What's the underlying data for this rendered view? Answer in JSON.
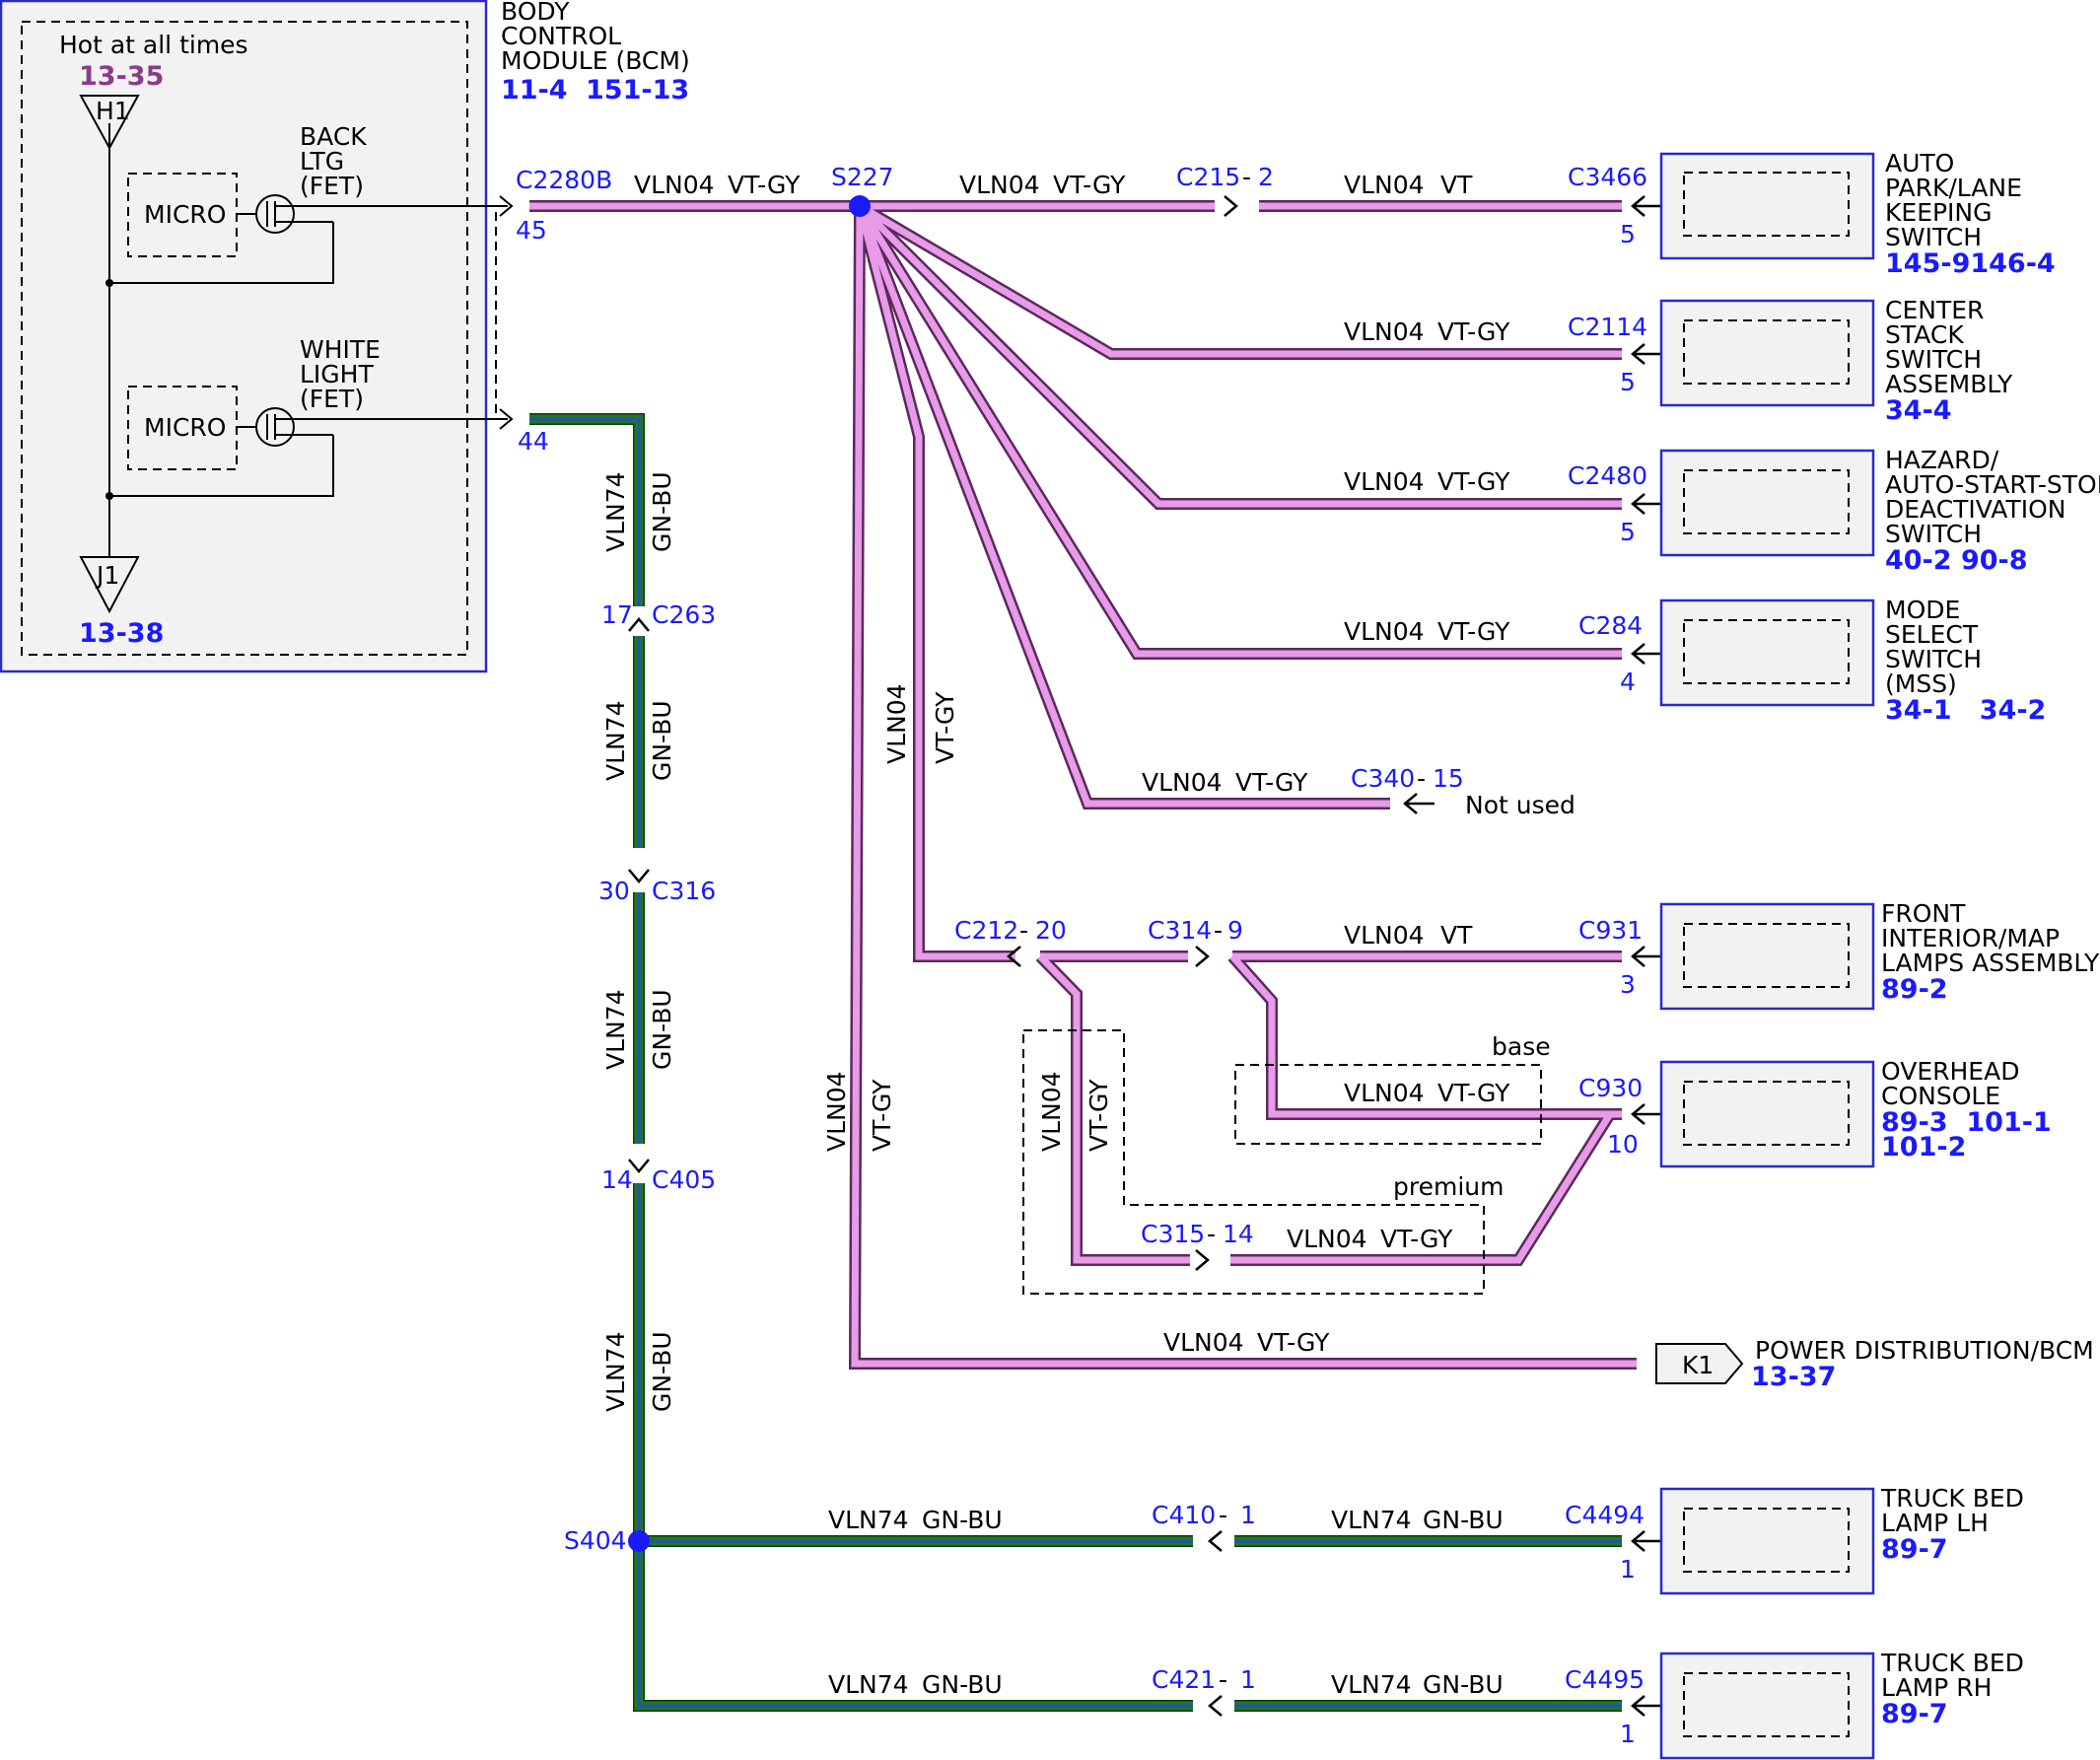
{
  "bcm": {
    "title_lines": [
      "BODY",
      "CONTROL",
      "MODULE (BCM)"
    ],
    "refs": [
      "11-4",
      "151-13"
    ],
    "hot_label": "Hot at all times",
    "hot_ref": "13-35",
    "h1": "H1",
    "j1": "J1",
    "j1_ref": "13-38",
    "micro": "MICRO",
    "back_ltg": [
      "BACK",
      "LTG",
      "(FET)"
    ],
    "white_light": [
      "WHITE",
      "LIGHT",
      "(FET)"
    ],
    "pin45_conn": "C2280B",
    "pin45": "45",
    "pin44": "44"
  },
  "splices": {
    "s227": "S227",
    "s404": "S404"
  },
  "wire_labels": {
    "circuit_vt": "VLN04",
    "color_vtgy": "VT-GY",
    "color_vt": "VT",
    "circuit_gn": "VLN74",
    "color_gnbu": "GN-BU"
  },
  "connectors": {
    "c215": "C215",
    "c215_pin": "2",
    "c3466": "C3466",
    "c3466_pin": "5",
    "c2114": "C2114",
    "c2114_pin": "5",
    "c2480": "C2480",
    "c2480_pin": "5",
    "c284": "C284",
    "c284_pin": "4",
    "c340": "C340",
    "c340_pin": "15",
    "not_used": "Not used",
    "c212": "C212",
    "c212_pin": "20",
    "c314": "C314",
    "c314_pin": "9",
    "c931": "C931",
    "c931_pin": "3",
    "c930": "C930",
    "c930_pin": "10",
    "c315": "C315",
    "c315_pin": "14",
    "c263": "C263",
    "c263_pin": "17",
    "c316": "C316",
    "c316_pin": "30",
    "c405": "C405",
    "c405_pin": "14",
    "c410": "C410",
    "c410_pin": "1",
    "c4494": "C4494",
    "c4494_pin": "1",
    "c421": "C421",
    "c421_pin": "1",
    "c4495": "C4495",
    "c4495_pin": "1",
    "dash": "-"
  },
  "options": {
    "base": "base",
    "premium": "premium"
  },
  "components": {
    "auto_park": {
      "lines": [
        "AUTO",
        "PARK/LANE",
        "KEEPING",
        "SWITCH"
      ],
      "refs": "145-9146-4"
    },
    "center_stack": {
      "lines": [
        "CENTER",
        "STACK",
        "SWITCH",
        "ASSEMBLY"
      ],
      "refs": "34-4"
    },
    "hazard": {
      "lines": [
        "HAZARD/",
        "AUTO-START-STOP",
        "DEACTIVATION",
        "SWITCH"
      ],
      "refs": "40-2 90-8"
    },
    "mode_select": {
      "lines": [
        "MODE",
        "SELECT",
        "SWITCH",
        "(MSS)"
      ],
      "refs": "34-1   34-2"
    },
    "front_interior": {
      "lines": [
        "FRONT",
        "INTERIOR/MAP",
        "LAMPS ASSEMBLY"
      ],
      "refs": "89-2"
    },
    "overhead": {
      "lines": [
        "OVERHEAD",
        "CONSOLE"
      ],
      "refs": [
        "89-3  101-1",
        "101-2"
      ]
    },
    "power_dist": {
      "label": "POWER DISTRIBUTION/BCM",
      "pin": "K1",
      "refs": "13-37"
    },
    "truck_lh": {
      "lines": [
        "TRUCK BED",
        "LAMP LH"
      ],
      "refs": "89-7"
    },
    "truck_rh": {
      "lines": [
        "TRUCK BED",
        "LAMP RH"
      ],
      "refs": "89-7"
    }
  },
  "colors": {
    "vt_wire": "#e89be8",
    "gn_wire": "#1e7a1e",
    "connector_text": "#1a1aff",
    "ref_purple": "#8b3a8b"
  }
}
